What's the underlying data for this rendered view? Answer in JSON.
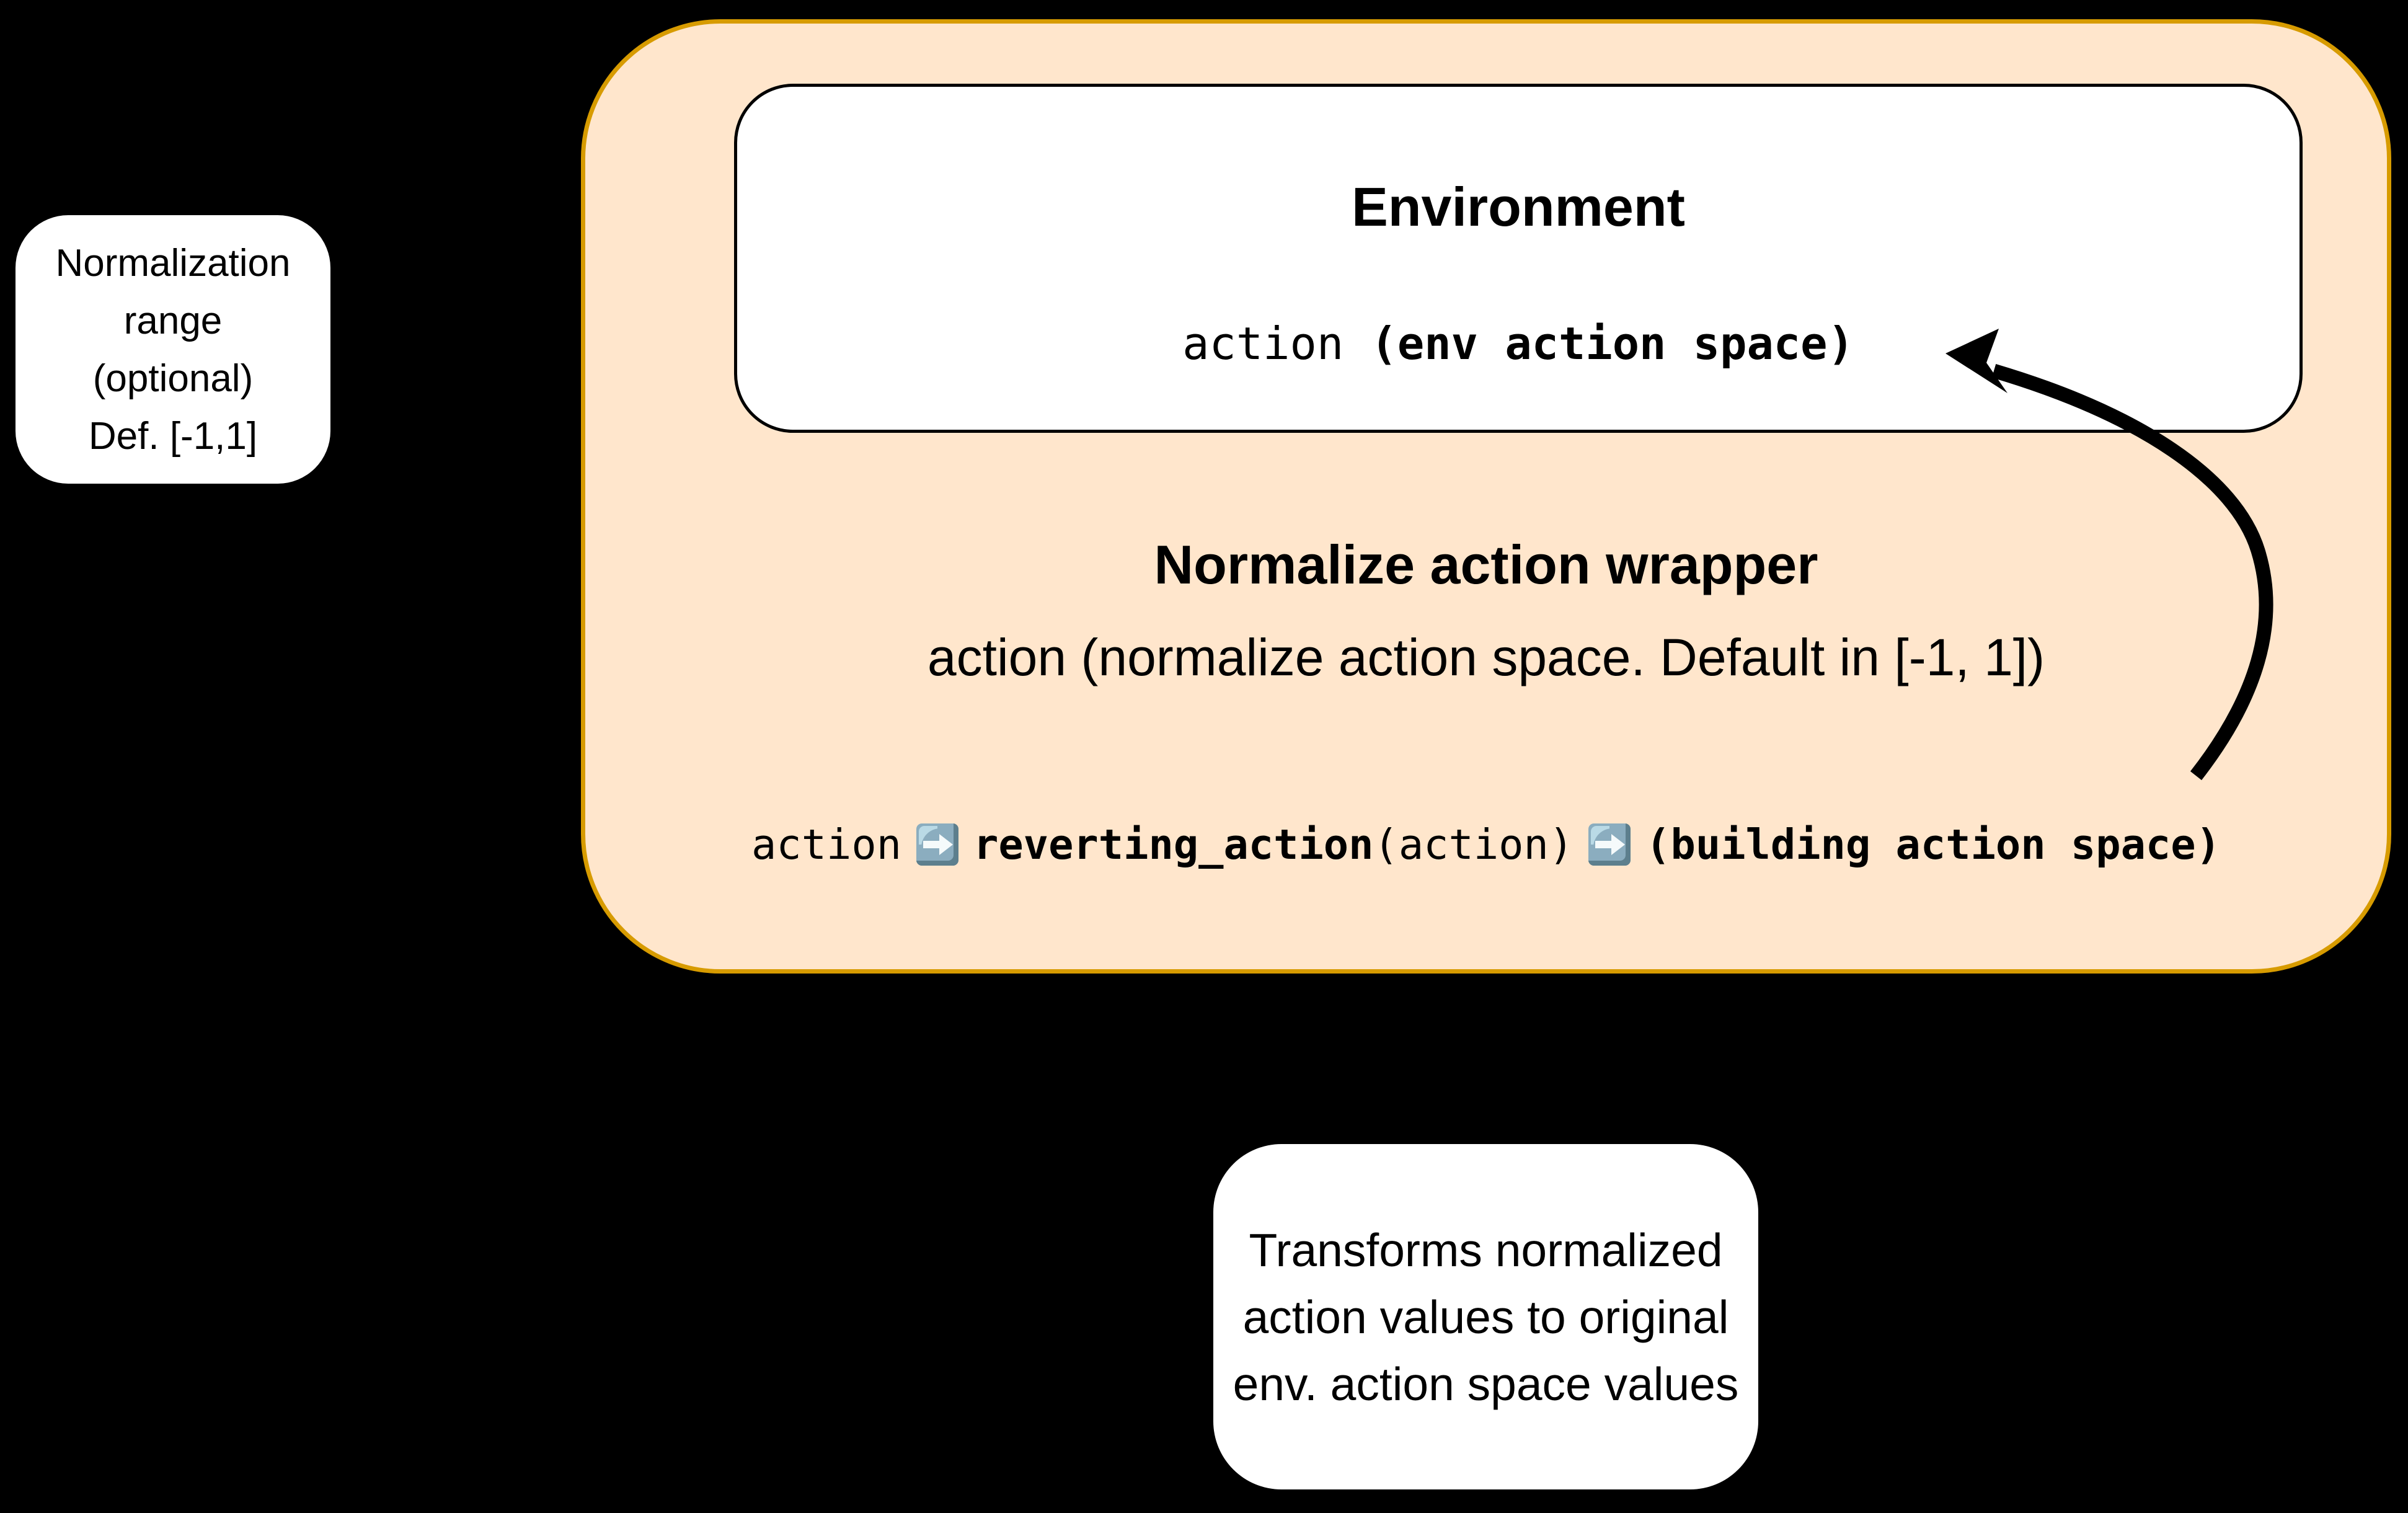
{
  "colors": {
    "background": "#000000",
    "wrapper_fill": "#FFE6CC",
    "wrapper_stroke": "#D79B00",
    "box_fill": "#FFFFFF",
    "box_stroke": "#000000",
    "text": "#000000",
    "icon_body": "#8BADBF",
    "icon_edge": "#5D7F8D",
    "icon_highlight": "#BADAE6",
    "icon_arrow": "#F5FAFB",
    "arrow": "#000000"
  },
  "left_note": {
    "lines": [
      "Normalization",
      "range",
      "(optional)",
      "Def. [-1,1]"
    ]
  },
  "environment": {
    "title": "Environment",
    "action_regular": "action ",
    "action_bold": "(env action space)"
  },
  "wrapper": {
    "title": "Normalize action wrapper",
    "subtitle": "action (normalize action space. Default in [-1, 1])",
    "code": {
      "input_label": "action",
      "func_name": "reverting_action",
      "func_arg": "(action)",
      "output_label": "(building action space)"
    },
    "arrow_icon": "right-arrow"
  },
  "bottom_note": {
    "lines": [
      "Transforms normalized",
      "action values to original",
      "env. action space values"
    ]
  }
}
